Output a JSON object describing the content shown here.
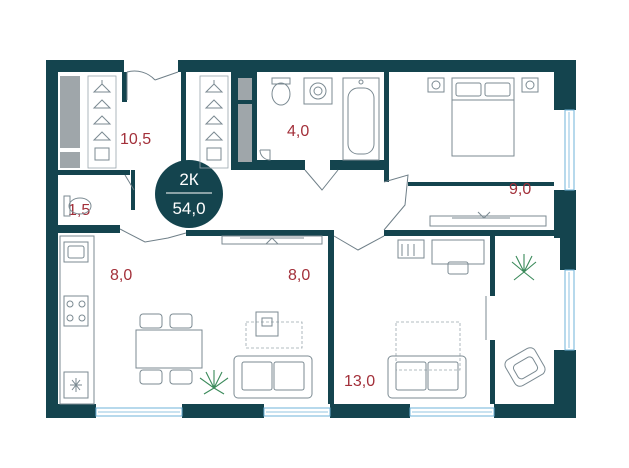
{
  "apartment": {
    "type_label": "2К",
    "total_area": "54,0",
    "badge_color": "#14444e"
  },
  "rooms": [
    {
      "id": "wardrobe",
      "area": "10,5"
    },
    {
      "id": "toilet",
      "area": "1,5"
    },
    {
      "id": "closet",
      "area": "4,0"
    },
    {
      "id": "bedroom",
      "area": "9,0"
    },
    {
      "id": "kitchen",
      "area": "8,0"
    },
    {
      "id": "living",
      "area": "8,0"
    },
    {
      "id": "room",
      "area": "13,0"
    }
  ],
  "colors": {
    "wall": "#14444e",
    "area_text": "#a3303a",
    "window": "#6fb3d9",
    "furniture": "#7b8a92"
  },
  "icons": [
    "hanger-icon",
    "toilet-icon",
    "washing-machine-icon",
    "bathtub-icon",
    "bed-icon",
    "sofa-icon",
    "dining-table-icon",
    "desk-icon",
    "armchair-icon",
    "plant-icon",
    "sink-icon",
    "stove-icon",
    "tv-icon",
    "snowflake-icon"
  ]
}
